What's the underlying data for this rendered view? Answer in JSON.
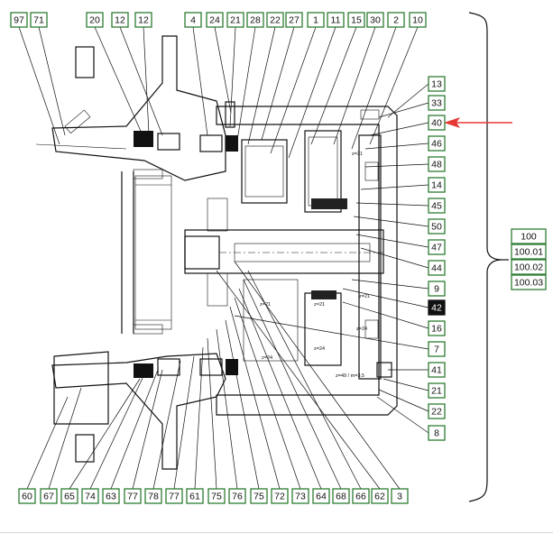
{
  "labels": {
    "top": [
      "97",
      "71",
      "20",
      "12",
      "12",
      "4",
      "24",
      "21",
      "28",
      "22",
      "27",
      "1",
      "11",
      "15",
      "30",
      "2",
      "10"
    ],
    "right": [
      "13",
      "33",
      "40",
      "46",
      "48",
      "14",
      "45",
      "50",
      "47",
      "44",
      "9",
      "42",
      "16",
      "7",
      "41",
      "21",
      "22",
      "8"
    ],
    "bottom": [
      "60",
      "67",
      "65",
      "74",
      "63",
      "77",
      "78",
      "77",
      "61",
      "75",
      "76",
      "75",
      "72",
      "73",
      "64",
      "68",
      "66",
      "62",
      "3"
    ],
    "assembly": [
      "100",
      "100.01",
      "100.02",
      "100.03"
    ]
  },
  "selected_label": "42",
  "gear_annotations": [
    "z=21",
    "z=21",
    "z=24",
    "z=21",
    "z=24",
    "z=21",
    "z=24",
    "z=49 / m=3,5"
  ],
  "colors": {
    "label_border": "#2e7d32",
    "arrow": "#e53935",
    "selected_fill": "#111111"
  }
}
